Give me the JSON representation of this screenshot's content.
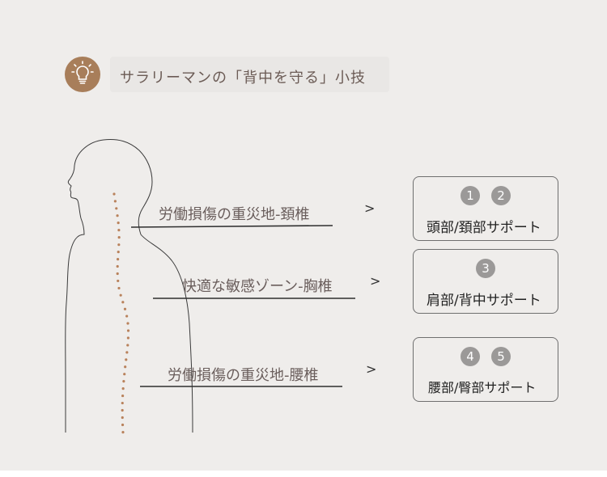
{
  "header": {
    "icon": "lightbulb-icon",
    "title": "サラリーマンの「背中を守る」小技"
  },
  "rows": [
    {
      "label": "労働損傷の重災地-頚椎",
      "arrow": ">",
      "badges": [
        "1",
        "2"
      ],
      "support": "頭部/頚部サポート"
    },
    {
      "label": "快適な敏感ゾーン-胸椎",
      "arrow": ">",
      "badges": [
        "3"
      ],
      "support": "肩部/背中サポート"
    },
    {
      "label": "労働損傷の重災地-腰椎",
      "arrow": ">",
      "badges": [
        "4",
        "5"
      ],
      "support": "腰部/臀部サポート"
    }
  ],
  "colors": {
    "accent": "#a87e5a",
    "spine_dots": "#b9825c",
    "background": "#efedeb"
  }
}
